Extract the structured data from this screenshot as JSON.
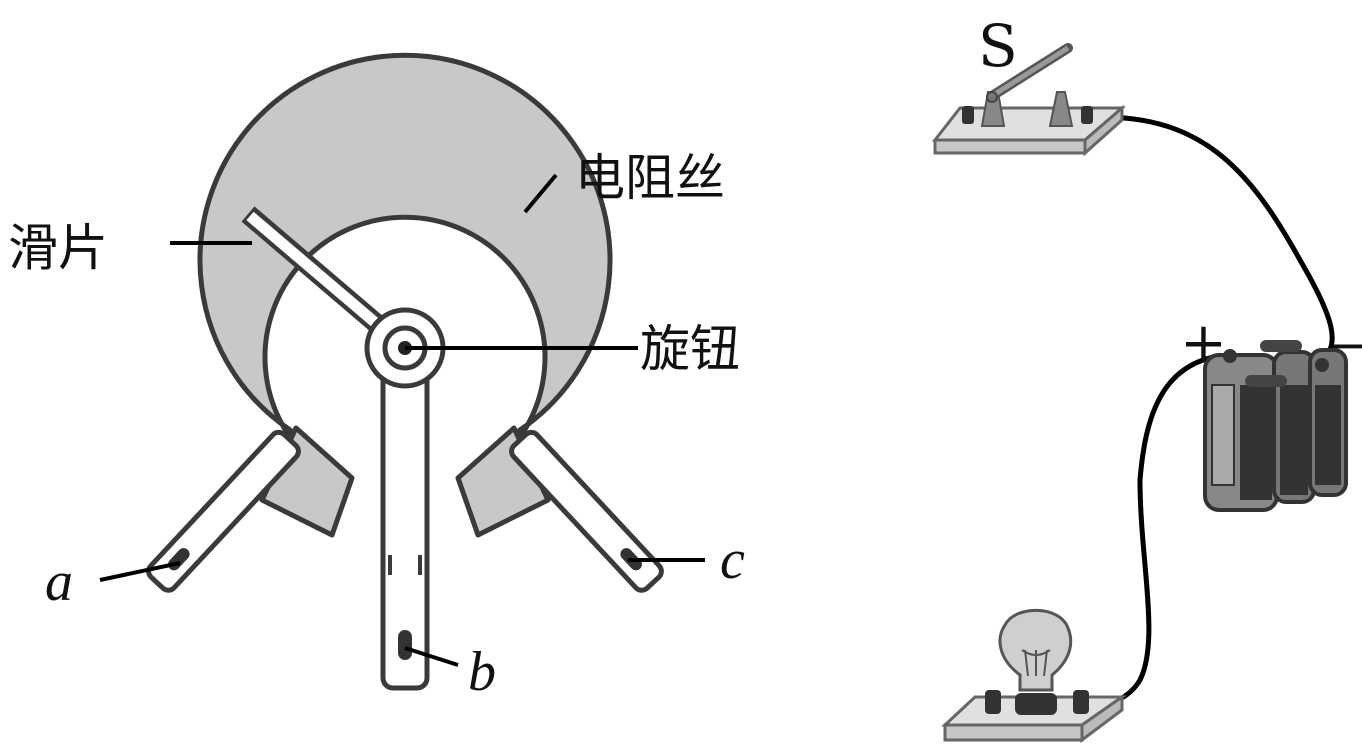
{
  "labels": {
    "resistance_wire": "电阻丝",
    "slider": "滑片",
    "knob": "旋钮",
    "terminal_a": "a",
    "terminal_b": "b",
    "terminal_c": "c",
    "switch": "S",
    "battery_positive": "+",
    "battery_negative": "−"
  },
  "colors": {
    "ring": "#c8c8c8",
    "outline": "#3a3a3a",
    "wire": "#000000"
  }
}
